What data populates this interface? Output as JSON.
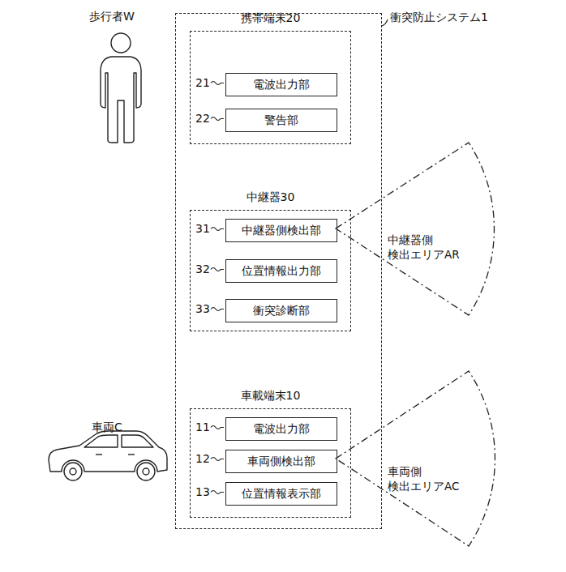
{
  "diagram": {
    "nodes": [
      {
        "text": [
          "衝突防止システム1"
        ]
      },
      {
        "text": [
          "携帯端末20"
        ],
        "in": 0
      },
      {
        "text": [
          "電波出力部"
        ],
        "in": 1
      },
      {
        "text": [
          "警告部"
        ],
        "in": 1
      },
      {
        "text": [
          "中継器30"
        ],
        "in": 0
      },
      {
        "text": [
          "中継器側検出部"
        ],
        "in": 4
      },
      {
        "text": [
          "位置情報出力部"
        ],
        "in": 4
      },
      {
        "text": [
          "衝突診断部"
        ],
        "in": 4
      },
      {
        "text": [
          "中継器側 検出エリアAR"
        ]
      },
      {
        "text": [
          "車載端末10"
        ],
        "in": 0
      },
      {
        "text": [
          "電波出力部"
        ],
        "in": 9
      },
      {
        "text": [
          "車両側検出部"
        ],
        "in": 9
      },
      {
        "text": [
          "位置情報表示部"
        ],
        "in": 9
      },
      {
        "text": [
          "車両側 検出エリアAC"
        ]
      }
    ],
    "labels": [
      "21",
      "22",
      "31",
      "32",
      "33",
      "11",
      "12",
      "13",
      "歩行者W",
      "車両C"
    ]
  }
}
